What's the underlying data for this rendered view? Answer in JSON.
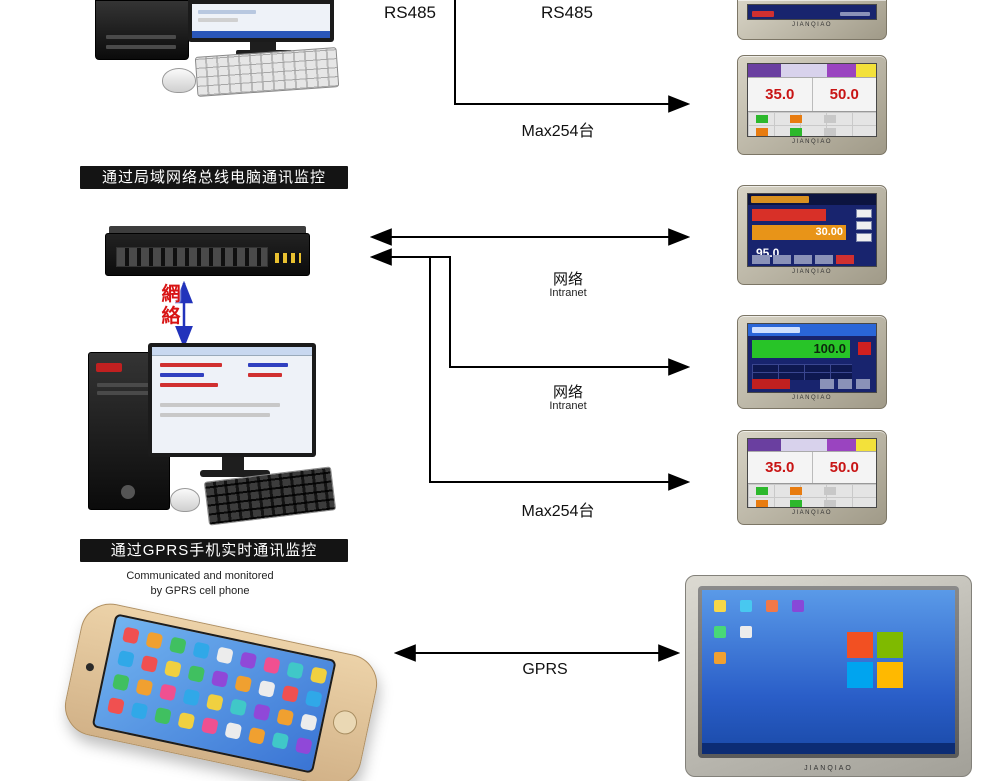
{
  "top_section": {
    "rs485_left": "RS485",
    "rs485_right": "RS485",
    "max_label": "Max254台"
  },
  "lan_section": {
    "banner": "通过局域网络总线电脑通讯监控",
    "network_vertical": "網絡",
    "links": [
      {
        "cn": "网络",
        "en": "Intranet"
      },
      {
        "cn": "网络",
        "en": "Intranet"
      }
    ],
    "max_label": "Max254台"
  },
  "gprs_section": {
    "banner": "通过GPRS手机实时通讯监控",
    "subtitle1": "Communicated and monitored",
    "subtitle2": "by GPRS cell phone",
    "link_label": "GPRS"
  },
  "controllers": {
    "brand": "JIANQIAO",
    "c1": {
      "value_left": "35.0",
      "value_right": "50.0"
    },
    "c2": {
      "value_top": "30.00",
      "value_bottom": "95.0"
    },
    "c3": {
      "value": "100.0"
    },
    "c4": {
      "value_left": "35.0",
      "value_right": "50.0"
    }
  },
  "colors": {
    "arrow_black": "#000000",
    "network_arrow_blue": "#2233bb",
    "network_text_red": "#d81414",
    "banner_bg": "#141414",
    "banner_text": "#ffffff",
    "value_red": "#c81414",
    "green_bar": "#28c428",
    "orange_bar": "#e89418",
    "red_bar": "#d83028",
    "navy_screen": "#18246e",
    "win_flag": [
      "#f25022",
      "#7fba00",
      "#00a4ef",
      "#ffb900"
    ]
  }
}
